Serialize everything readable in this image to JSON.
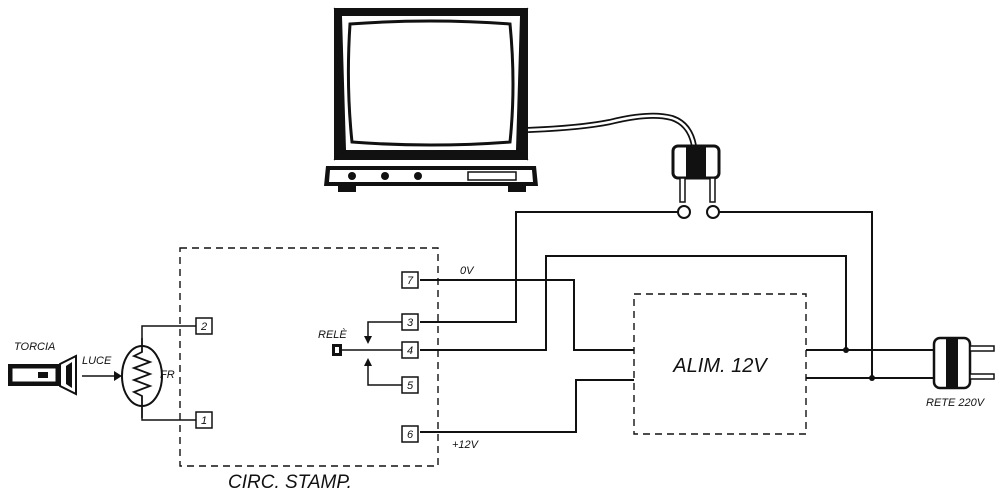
{
  "labels": {
    "torcia": "TORCIA",
    "luce": "LUCE",
    "fr": "FR",
    "rele": "RELÈ",
    "zero_v": "0V",
    "plus_12v": "+12V",
    "alim": "ALIM. 12V",
    "circ_stamp": "CIRC. STAMP.",
    "rete": "RETE 220V"
  },
  "terminals": [
    "1",
    "2",
    "3",
    "4",
    "5",
    "6",
    "7"
  ]
}
